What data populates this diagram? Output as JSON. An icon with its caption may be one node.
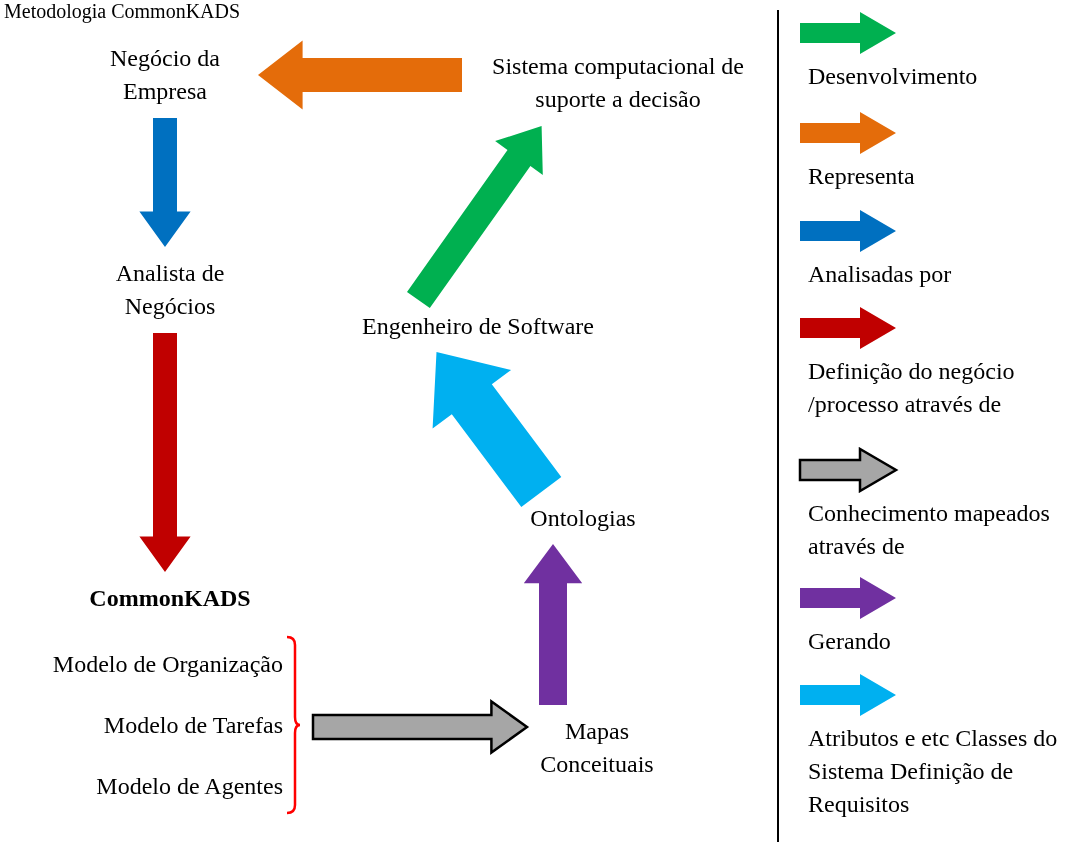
{
  "diagram": {
    "title": "Metodologia CommonKADS",
    "nodes": [
      {
        "text": [
          "Negócio da Empresa"
        ]
      },
      {
        "text": [
          "Sistema computacional de suporte a decisão"
        ]
      },
      {
        "text": [
          "Analista de Negócios"
        ]
      },
      {
        "text": [
          "Engenheiro de Software"
        ]
      },
      {
        "text": [
          "Ontologias"
        ]
      },
      {
        "text": [
          "CommonKADS"
        ]
      },
      {
        "text": [
          "Modelo de Organização",
          "Modelo de Tarefas",
          "Modelo de Agentes"
        ]
      },
      {
        "text": [
          "Mapas Conceituais"
        ]
      }
    ],
    "edges": [
      {
        "from": 1,
        "to": 0,
        "arrow": "to",
        "color": "#e46c0a"
      },
      {
        "from": 0,
        "to": 2,
        "arrow": "to",
        "color": "#0070c0"
      },
      {
        "from": 2,
        "to": 5,
        "arrow": "to",
        "color": "#c00000"
      },
      {
        "from": 6,
        "to": 7,
        "arrow": "to",
        "color": "#a6a6a6"
      },
      {
        "from": 7,
        "to": 4,
        "arrow": "to",
        "color": "#7030a0"
      },
      {
        "from": 4,
        "to": 3,
        "arrow": "to",
        "color": "#00b0f0"
      },
      {
        "from": 3,
        "to": 1,
        "arrow": "to",
        "color": "#00b050"
      }
    ],
    "legend": [
      {
        "text": "Desenvolvimento",
        "color": "#00b050"
      },
      {
        "text": "Representa",
        "color": "#e46c0a"
      },
      {
        "text": "Analisadas por",
        "color": "#0070c0"
      },
      {
        "text": "Definição do negócio /processo através de",
        "color": "#c00000"
      },
      {
        "text": "Conhecimento mapeados através de",
        "color": "#a6a6a6"
      },
      {
        "text": "Gerando",
        "color": "#7030a0"
      },
      {
        "text": "Atributos e etc Classes do Sistema Definição de Requisitos",
        "color": "#00b0f0"
      }
    ]
  }
}
